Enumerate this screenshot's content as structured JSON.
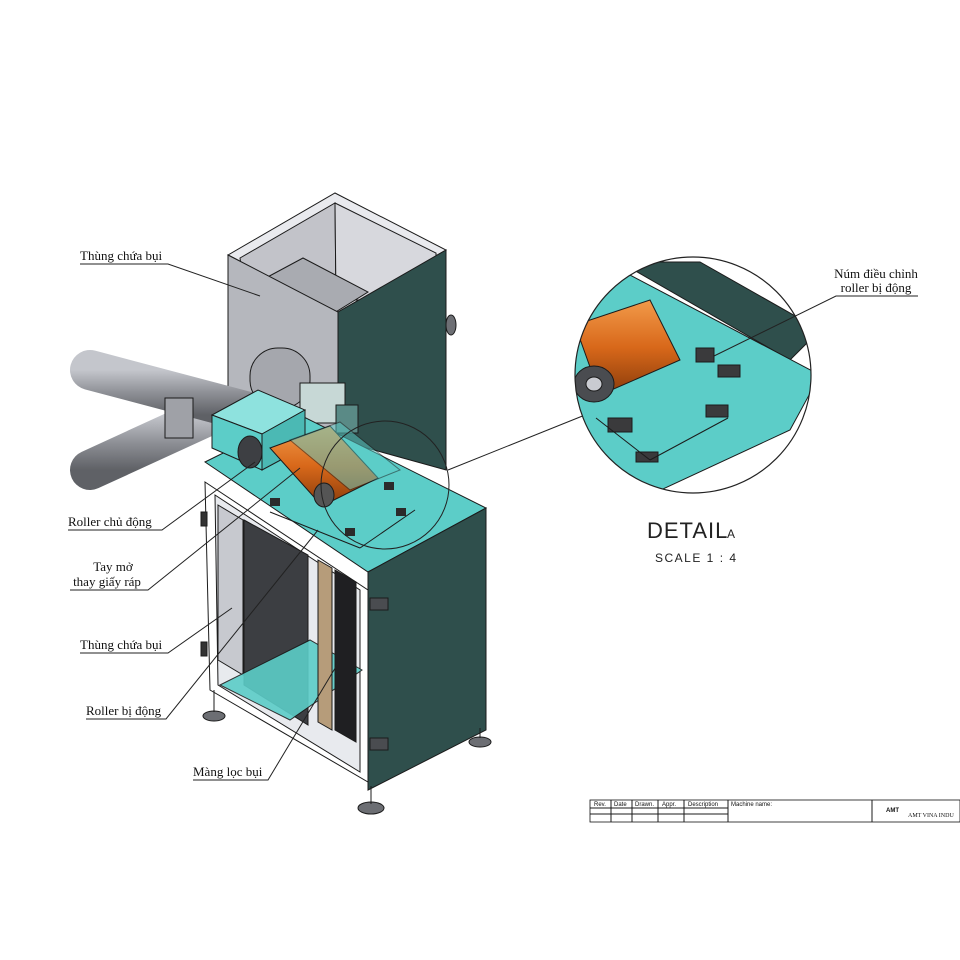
{
  "labels": {
    "dust_bin_top": "Thùng chứa bụi",
    "drive_roller": "Roller chủ động",
    "change_handle_line1": "Tay mở",
    "change_handle_line2": "thay giấy ráp",
    "dust_bin_bottom": "Thùng chứa bụi",
    "passive_roller": "Roller bị động",
    "dust_filter": "Màng lọc bụi",
    "knob_line1": "Núm điều chỉnh",
    "knob_line2": "roller bị động"
  },
  "detail": {
    "title": "DETAIL",
    "letter": "A",
    "scale": "SCALE 1 : 4"
  },
  "title_block": {
    "headers": [
      "Rev.",
      "Date",
      "Drawn.",
      "Appr.",
      "Description"
    ],
    "machine_name": "Machine name:",
    "company": "AMT VINA INDU",
    "logo": "AMT"
  },
  "colors": {
    "teal": "#5ccdc8",
    "dark_teal": "#2f4f4c",
    "orange": "#e0701e",
    "grey": "#8d8f95",
    "light_grey": "#c9cbd1"
  }
}
